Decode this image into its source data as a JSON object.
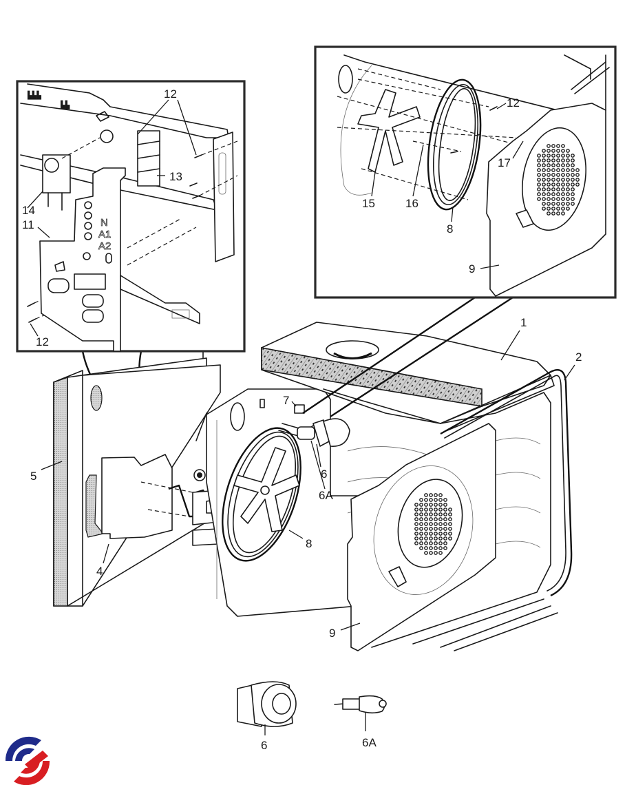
{
  "diagram": {
    "title": "Oven cavity exploded parts diagram",
    "callouts_main": [
      {
        "id": "1",
        "text": "1",
        "part": "cavity insulation top"
      },
      {
        "id": "2",
        "text": "2",
        "part": "door seal / gasket"
      },
      {
        "id": "4",
        "text": "4",
        "part": "side bracket"
      },
      {
        "id": "5",
        "text": "5",
        "part": "side insulation panel"
      },
      {
        "id": "6",
        "text": "6",
        "part": "lamp assembly"
      },
      {
        "id": "6A",
        "text": "6A",
        "part": "lamp bulb"
      },
      {
        "id": "7",
        "text": "7",
        "part": "thermostat sensor"
      },
      {
        "id": "8",
        "text": "8",
        "part": "circular heating element"
      },
      {
        "id": "9",
        "text": "9",
        "part": "rear fan cover"
      }
    ],
    "inset_left": {
      "callouts": [
        {
          "id": "12a",
          "text": "12"
        },
        {
          "id": "13",
          "text": "13"
        },
        {
          "id": "14",
          "text": "14"
        },
        {
          "id": "11",
          "text": "11"
        },
        {
          "id": "12b",
          "text": "12"
        }
      ],
      "panel_markings": [
        "N",
        "A1",
        "A2"
      ]
    },
    "inset_right": {
      "callouts": [
        {
          "id": "12",
          "text": "12"
        },
        {
          "id": "17",
          "text": "17"
        },
        {
          "id": "15",
          "text": "15"
        },
        {
          "id": "16",
          "text": "16"
        },
        {
          "id": "8",
          "text": "8"
        },
        {
          "id": "9",
          "text": "9"
        }
      ]
    },
    "detail_parts": [
      {
        "id": "6",
        "text": "6",
        "part": "lamp assembly"
      },
      {
        "id": "6A",
        "text": "6A",
        "part": "lamp bulb"
      }
    ],
    "logo": {
      "name": "brand-swirl-logo",
      "colors": {
        "blue": "#1f2b8a",
        "red": "#d81e22"
      }
    },
    "colors": {
      "line": "#1a1a1a",
      "background": "#ffffff",
      "frame": "#2a2a2a"
    }
  }
}
